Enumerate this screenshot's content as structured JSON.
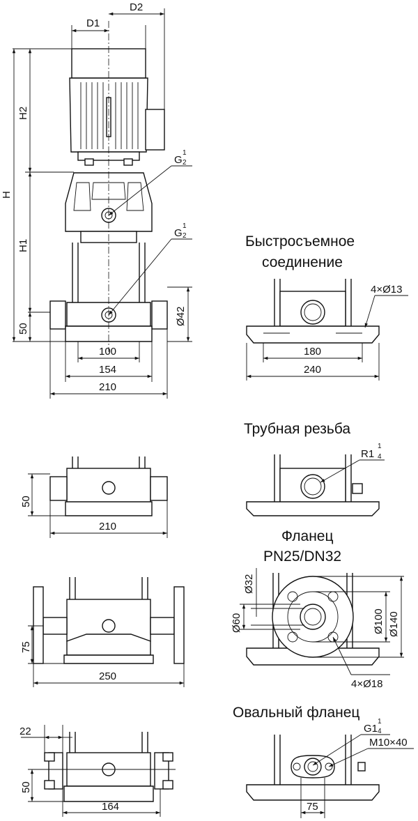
{
  "captions": {
    "quick": [
      "Быстросъемное",
      "соединение"
    ],
    "thread": "Трубная резьба",
    "flange": [
      "Фланец",
      "PN25/DN32"
    ],
    "oval": "Овальный фланец"
  },
  "main_view": {
    "d1": "D1",
    "d2": "D2",
    "h": "H",
    "h1": "H1",
    "h2": "H2",
    "g_top": "G",
    "g_bottom": "G",
    "frac_num": "1",
    "frac_den": "2",
    "h50": "50",
    "d42": "Ø42",
    "w100": "100",
    "w154": "154",
    "w210": "210"
  },
  "quick_view": {
    "holes": "4×Ø13",
    "w180": "180",
    "w240": "240"
  },
  "thread_view": {
    "h50": "50",
    "w210": "210",
    "r_label": "R1",
    "frac_num": "1",
    "frac_den": "4"
  },
  "flange_view": {
    "h75": "75",
    "w250": "250",
    "d32": "Ø32",
    "d60": "Ø60",
    "d100": "Ø100",
    "d140": "Ø140",
    "holes": "4×Ø18"
  },
  "oval_view": {
    "w22": "22",
    "h50": "50",
    "w164": "164",
    "w75": "75",
    "g_label": "G1",
    "frac_num": "1",
    "frac_den": "4",
    "bolt": "M10×40"
  }
}
